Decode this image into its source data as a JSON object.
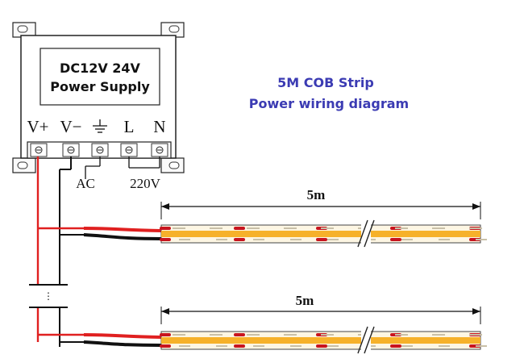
{
  "psu": {
    "line1": "DC12V 24V",
    "line2": "Power Supply",
    "terminals": [
      "V+",
      "V−",
      "⏚",
      "L",
      "N"
    ],
    "ac_label": "AC",
    "voltage_label": "220V"
  },
  "title": {
    "line1": "5M COB Strip",
    "line2": "Power wiring diagram"
  },
  "strips": [
    {
      "length_label": "5m"
    },
    {
      "length_label": "5m"
    }
  ],
  "colors": {
    "positive_wire": "#e02020",
    "negative_wire": "#111111",
    "strip_cob": "#f6b12a",
    "strip_pcb": "#fdf6e3",
    "strip_pad": "#c8141e",
    "title": "#3b3bb3"
  }
}
